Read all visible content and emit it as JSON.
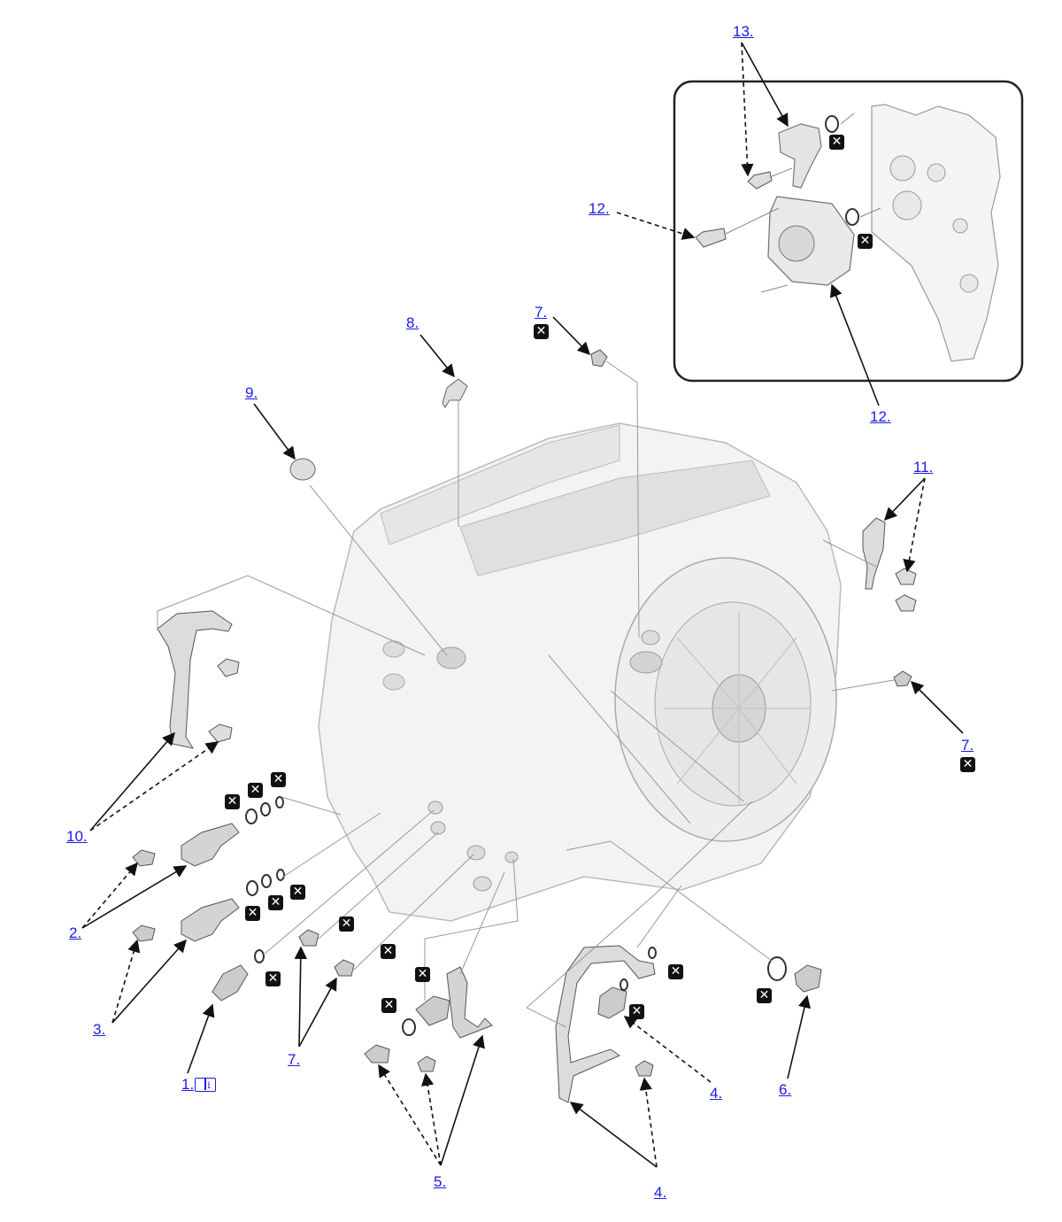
{
  "callouts": {
    "c13": "13.",
    "c12a": "12.",
    "c12b": "12.",
    "c8": "8.",
    "c7a": "7.",
    "c9": "9.",
    "c11": "11.",
    "c7b": "7.",
    "c10": "10.",
    "c2": "2.",
    "c3": "3.",
    "c1": "1.",
    "c7c": "7.",
    "c5": "5.",
    "c4a": "4.",
    "c4b": "4.",
    "c6": "6."
  },
  "badge_glyph": "✕",
  "icons": {
    "new_part": "x-square-icon",
    "reference": "book-info-icon"
  }
}
